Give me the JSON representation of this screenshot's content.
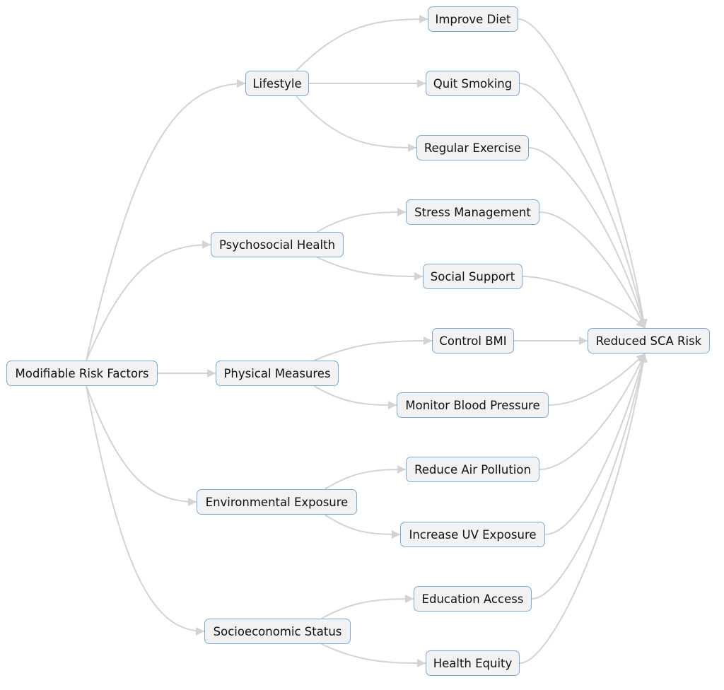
{
  "nodes": [
    {
      "id": "root",
      "label": "Modifiable Risk Factors"
    },
    {
      "id": "lifestyle",
      "label": "Lifestyle"
    },
    {
      "id": "psychosocial",
      "label": "Psychosocial Health"
    },
    {
      "id": "physical",
      "label": "Physical Measures"
    },
    {
      "id": "environmental",
      "label": "Environmental Exposure"
    },
    {
      "id": "socioeconomic",
      "label": "Socioeconomic Status"
    },
    {
      "id": "diet",
      "label": "Improve Diet"
    },
    {
      "id": "smoking",
      "label": "Quit Smoking"
    },
    {
      "id": "exercise",
      "label": "Regular Exercise"
    },
    {
      "id": "stress",
      "label": "Stress Management"
    },
    {
      "id": "social",
      "label": "Social Support"
    },
    {
      "id": "bmi",
      "label": "Control BMI"
    },
    {
      "id": "bp",
      "label": "Monitor Blood Pressure"
    },
    {
      "id": "air",
      "label": "Reduce Air Pollution"
    },
    {
      "id": "uv",
      "label": "Increase UV Exposure"
    },
    {
      "id": "education",
      "label": "Education Access"
    },
    {
      "id": "equity",
      "label": "Health Equity"
    },
    {
      "id": "sca",
      "label": "Reduced SCA Risk"
    }
  ],
  "edges": [
    [
      "root",
      "lifestyle"
    ],
    [
      "root",
      "psychosocial"
    ],
    [
      "root",
      "physical"
    ],
    [
      "root",
      "environmental"
    ],
    [
      "root",
      "socioeconomic"
    ],
    [
      "lifestyle",
      "diet"
    ],
    [
      "lifestyle",
      "smoking"
    ],
    [
      "lifestyle",
      "exercise"
    ],
    [
      "psychosocial",
      "stress"
    ],
    [
      "psychosocial",
      "social"
    ],
    [
      "physical",
      "bmi"
    ],
    [
      "physical",
      "bp"
    ],
    [
      "environmental",
      "air"
    ],
    [
      "environmental",
      "uv"
    ],
    [
      "socioeconomic",
      "education"
    ],
    [
      "socioeconomic",
      "equity"
    ],
    [
      "diet",
      "sca"
    ],
    [
      "smoking",
      "sca"
    ],
    [
      "exercise",
      "sca"
    ],
    [
      "stress",
      "sca"
    ],
    [
      "social",
      "sca"
    ],
    [
      "bmi",
      "sca"
    ],
    [
      "bp",
      "sca"
    ],
    [
      "air",
      "sca"
    ],
    [
      "uv",
      "sca"
    ],
    [
      "education",
      "sca"
    ],
    [
      "equity",
      "sca"
    ]
  ],
  "colors": {
    "edge": "#d3d3d3",
    "node_fill": "#f2f2f2",
    "node_border": "#7aa9dc"
  }
}
